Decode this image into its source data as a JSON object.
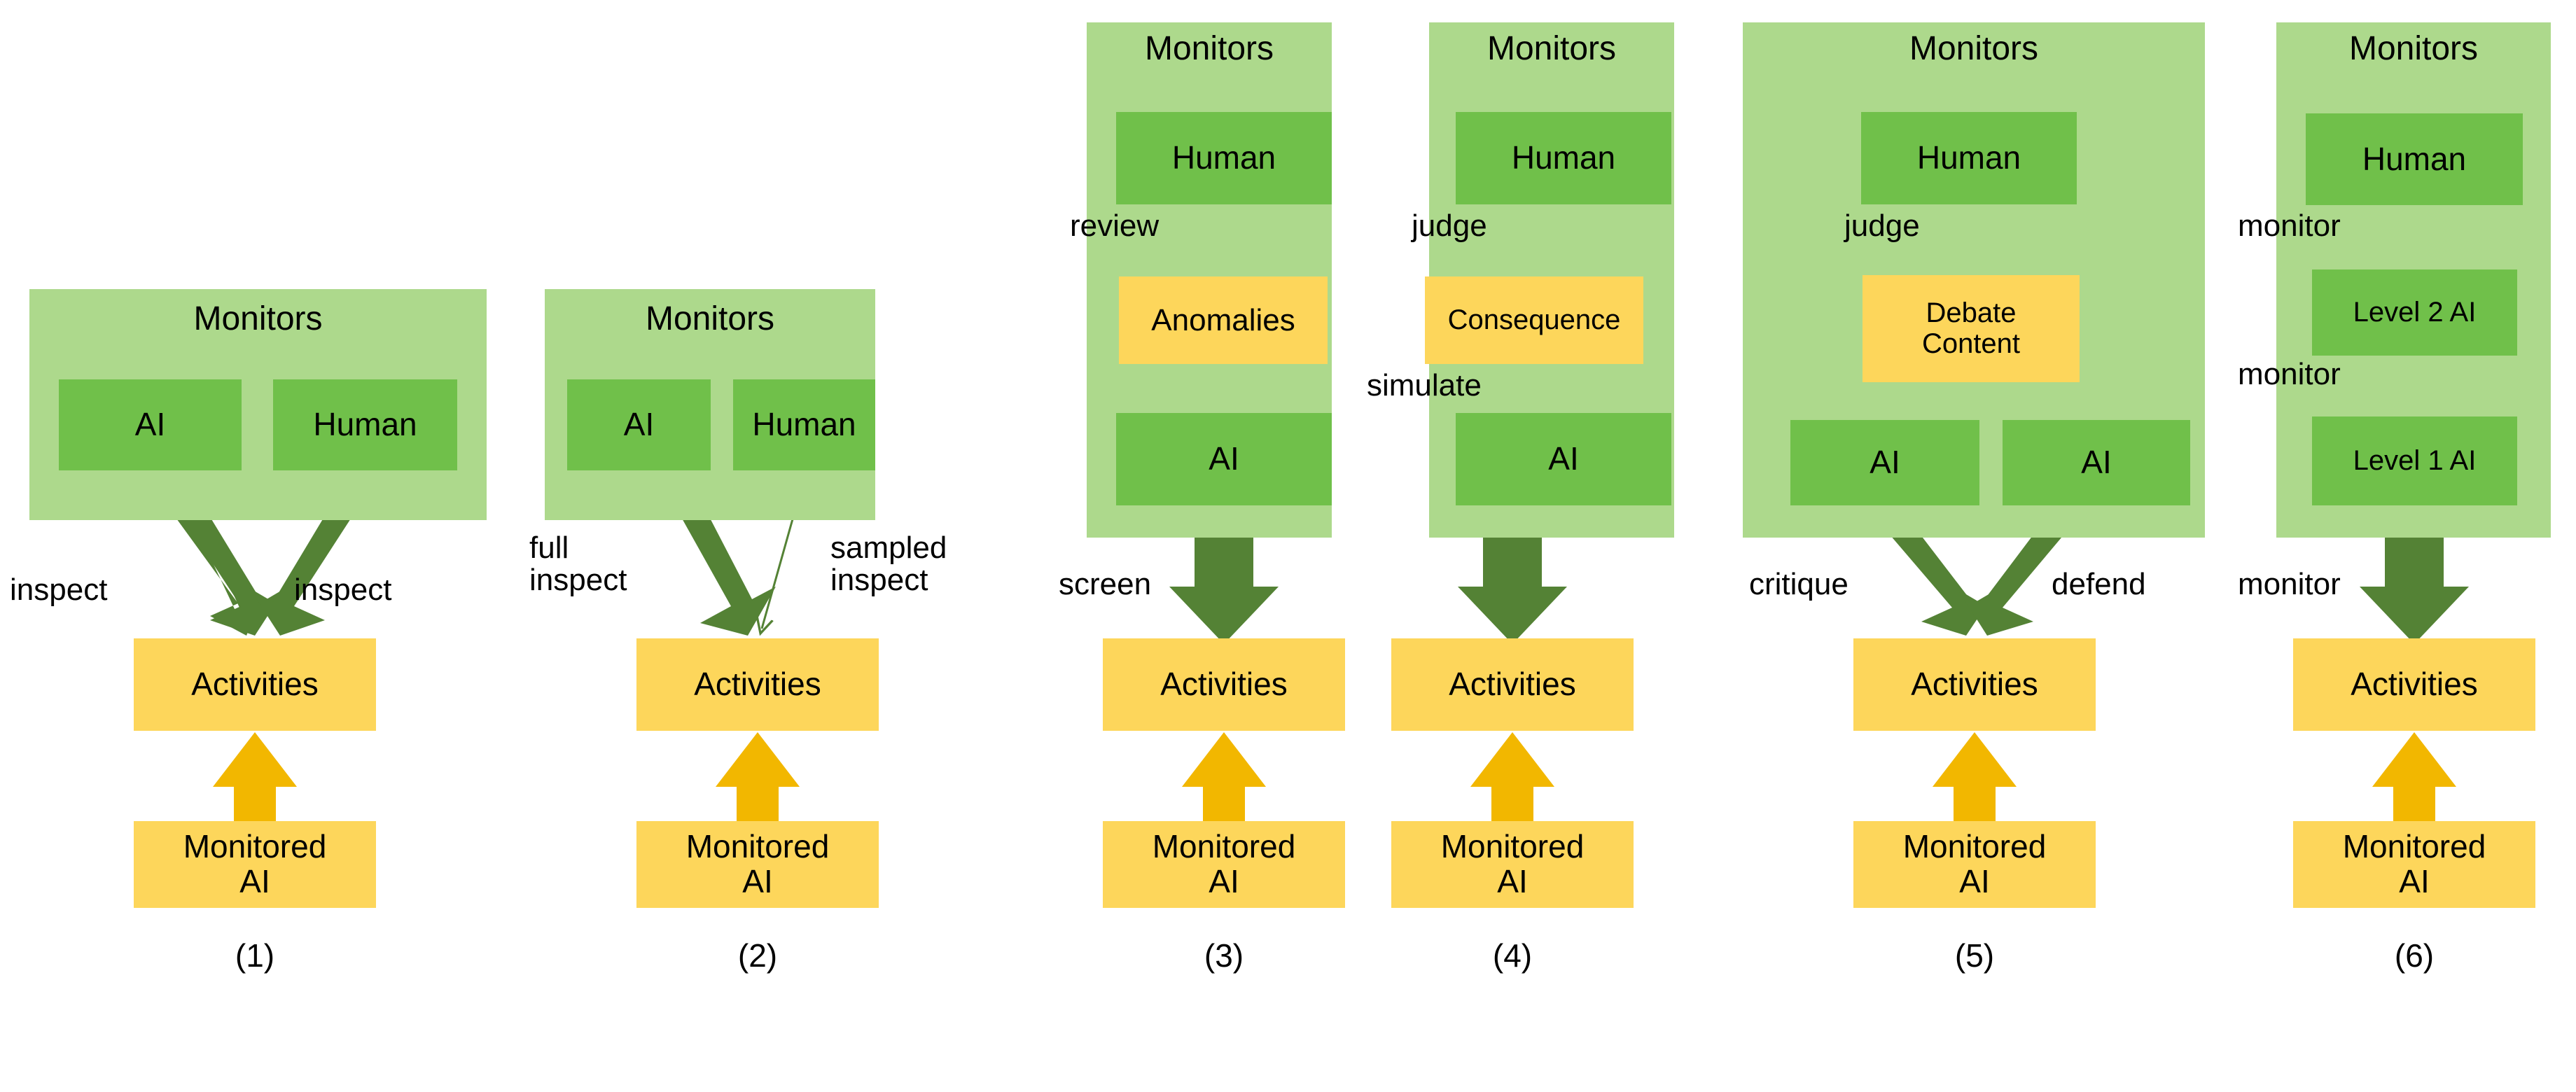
{
  "figure": {
    "colors": {
      "monitors_group_bg": "#ADD98C",
      "agent_box_bg": "#70C04A",
      "artifact_box_bg": "#FDD65B",
      "green_arrow": "#548235",
      "thin_green_arrow": "#548235",
      "yellow_arrow": "#F2B700",
      "text": "#000000",
      "page_bg": "#FFFFFF"
    },
    "panels": [
      {
        "caption": "(1)",
        "monitors_title": "Monitors",
        "monitor_boxes": [
          {
            "label": "AI",
            "type": "agent"
          },
          {
            "label": "Human",
            "type": "agent"
          }
        ],
        "artifact_boxes": [],
        "activities_label": "Activities",
        "monitored_label": "Monitored\nAI",
        "edge_labels": [
          "inspect",
          "inspect"
        ],
        "edges": [
          {
            "from": "AI",
            "to": "Activities",
            "label": "inspect",
            "weight": "thick"
          },
          {
            "from": "Human",
            "to": "Activities",
            "label": "inspect",
            "weight": "thick"
          },
          {
            "from": "Monitored AI",
            "to": "Activities",
            "label": "",
            "weight": "thick-yellow"
          }
        ]
      },
      {
        "caption": "(2)",
        "monitors_title": "Monitors",
        "monitor_boxes": [
          {
            "label": "AI",
            "type": "agent"
          },
          {
            "label": "Human",
            "type": "agent"
          }
        ],
        "artifact_boxes": [],
        "activities_label": "Activities",
        "monitored_label": "Monitored\nAI",
        "edge_labels": [
          "full\ninspect",
          "sampled\ninspect"
        ],
        "edges": [
          {
            "from": "AI",
            "to": "Activities",
            "label": "full inspect",
            "weight": "thick"
          },
          {
            "from": "Human",
            "to": "Activities",
            "label": "sampled inspect",
            "weight": "thin"
          },
          {
            "from": "Monitored AI",
            "to": "Activities",
            "label": "",
            "weight": "thick-yellow"
          }
        ]
      },
      {
        "caption": "(3)",
        "monitors_title": "Monitors",
        "monitor_boxes": [
          {
            "label": "Human",
            "type": "agent"
          },
          {
            "label": "AI",
            "type": "agent"
          }
        ],
        "artifact_boxes": [
          {
            "label": "Anomalies",
            "type": "artifact"
          }
        ],
        "activities_label": "Activities",
        "monitored_label": "Monitored\nAI",
        "edge_labels": [
          "review",
          "screen"
        ],
        "edges": [
          {
            "from": "Human",
            "to": "Anomalies",
            "label": "review",
            "weight": "thin"
          },
          {
            "from": "AI",
            "to": "Anomalies",
            "label": "",
            "weight": "thin"
          },
          {
            "from": "AI",
            "to": "Activities",
            "label": "screen",
            "weight": "thick"
          },
          {
            "from": "Monitored AI",
            "to": "Activities",
            "label": "",
            "weight": "thick-yellow"
          }
        ]
      },
      {
        "caption": "(4)",
        "monitors_title": "Monitors",
        "monitor_boxes": [
          {
            "label": "Human",
            "type": "agent"
          },
          {
            "label": "AI",
            "type": "agent"
          }
        ],
        "artifact_boxes": [
          {
            "label": "Consequence",
            "type": "artifact"
          }
        ],
        "activities_label": "Activities",
        "monitored_label": "Monitored\nAI",
        "edge_labels": [
          "judge",
          "simulate"
        ],
        "edges": [
          {
            "from": "Human",
            "to": "Consequence",
            "label": "judge",
            "weight": "thin"
          },
          {
            "from": "AI",
            "to": "Consequence",
            "label": "simulate",
            "weight": "thin"
          },
          {
            "from": "AI",
            "to": "Activities",
            "label": "",
            "weight": "thick"
          },
          {
            "from": "Monitored AI",
            "to": "Activities",
            "label": "",
            "weight": "thick-yellow"
          }
        ]
      },
      {
        "caption": "(5)",
        "monitors_title": "Monitors",
        "monitor_boxes": [
          {
            "label": "Human",
            "type": "agent"
          },
          {
            "label": "AI",
            "type": "agent"
          },
          {
            "label": "AI",
            "type": "agent"
          }
        ],
        "artifact_boxes": [
          {
            "label": "Debate\nContent",
            "type": "artifact"
          }
        ],
        "activities_label": "Activities",
        "monitored_label": "Monitored\nAI",
        "edge_labels": [
          "judge",
          "critique",
          "defend"
        ],
        "edges": [
          {
            "from": "Human",
            "to": "Debate Content",
            "label": "judge",
            "weight": "thin"
          },
          {
            "from": "AI (left)",
            "to": "Debate Content",
            "label": "",
            "weight": "thin"
          },
          {
            "from": "AI (right)",
            "to": "Debate Content",
            "label": "",
            "weight": "thin"
          },
          {
            "from": "AI (left)",
            "to": "Activities",
            "label": "critique",
            "weight": "thick"
          },
          {
            "from": "AI (right)",
            "to": "Activities",
            "label": "defend",
            "weight": "thick"
          },
          {
            "from": "Monitored AI",
            "to": "Activities",
            "label": "",
            "weight": "thick-yellow"
          }
        ]
      },
      {
        "caption": "(6)",
        "monitors_title": "Monitors",
        "monitor_boxes": [
          {
            "label": "Human",
            "type": "agent"
          },
          {
            "label": "Level 2 AI",
            "type": "agent"
          },
          {
            "label": "Level 1 AI",
            "type": "agent"
          }
        ],
        "artifact_boxes": [],
        "activities_label": "Activities",
        "monitored_label": "Monitored\nAI",
        "edge_labels": [
          "monitor",
          "monitor",
          "monitor"
        ],
        "edges": [
          {
            "from": "Human",
            "to": "Level 2 AI",
            "label": "monitor",
            "weight": "thin"
          },
          {
            "from": "Level 2 AI",
            "to": "Level 1 AI",
            "label": "monitor",
            "weight": "thin"
          },
          {
            "from": "Level 1 AI",
            "to": "Activities",
            "label": "monitor",
            "weight": "thick"
          },
          {
            "from": "Monitored AI",
            "to": "Activities",
            "label": "",
            "weight": "thick-yellow"
          }
        ]
      }
    ],
    "p1": {
      "title": "Monitors",
      "ai": "AI",
      "human": "Human",
      "l1": "inspect",
      "l2": "inspect",
      "activities": "Activities",
      "monitored": "Monitored\nAI",
      "caption": "(1)"
    },
    "p2": {
      "title": "Monitors",
      "ai": "AI",
      "human": "Human",
      "l1": "full\ninspect",
      "l2": "sampled\ninspect",
      "activities": "Activities",
      "monitored": "Monitored\nAI",
      "caption": "(2)"
    },
    "p3": {
      "title": "Monitors",
      "human": "Human",
      "artifact": "Anomalies",
      "ai": "AI",
      "l1": "review",
      "l2": "screen",
      "activities": "Activities",
      "monitored": "Monitored\nAI",
      "caption": "(3)"
    },
    "p4": {
      "title": "Monitors",
      "human": "Human",
      "artifact": "Consequence",
      "ai": "AI",
      "l1": "judge",
      "l2": "simulate",
      "activities": "Activities",
      "monitored": "Monitored\nAI",
      "caption": "(4)"
    },
    "p5": {
      "title": "Monitors",
      "human": "Human",
      "artifact": "Debate\nContent",
      "ai_left": "AI",
      "ai_right": "AI",
      "l1": "judge",
      "l2": "critique",
      "l3": "defend",
      "activities": "Activities",
      "monitored": "Monitored\nAI",
      "caption": "(5)"
    },
    "p6": {
      "title": "Monitors",
      "human": "Human",
      "l2ai": "Level 2 AI",
      "l1ai": "Level 1 AI",
      "l1": "monitor",
      "l2": "monitor",
      "l3": "monitor",
      "activities": "Activities",
      "monitored": "Monitored\nAI",
      "caption": "(6)"
    }
  }
}
